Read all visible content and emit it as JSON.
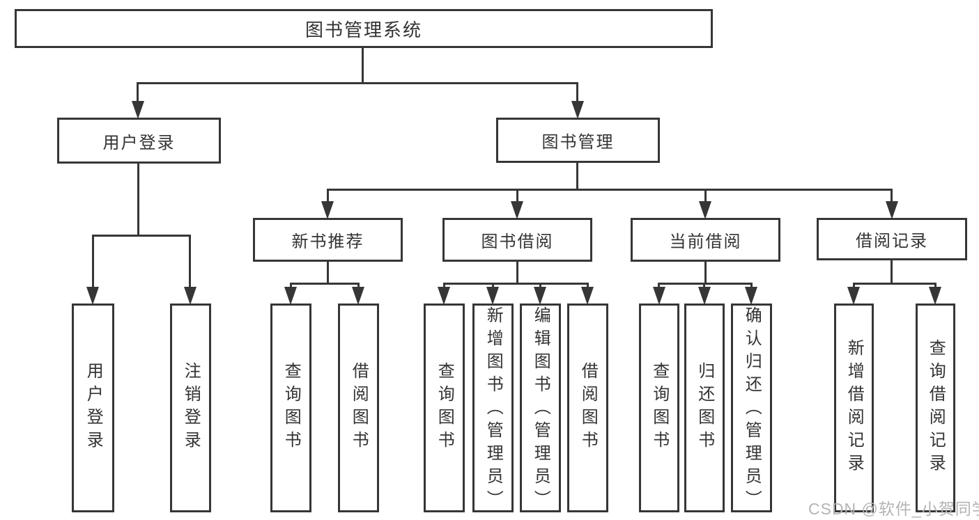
{
  "nodes": {
    "root": "图书管理系统",
    "user_login": "用户登录",
    "book_mgmt": "图书管理",
    "new_book": "新书推荐",
    "book_borrow": "图书借阅",
    "current_borrow": "当前借阅",
    "borrow_record": "借阅记录",
    "leaf_user_login": "用户登录",
    "leaf_logout": "注销登录",
    "leaf_query_book_1": "查询图书",
    "leaf_borrow_book_1": "借阅图书",
    "leaf_query_book_2": "查询图书",
    "leaf_add_book": "新增图书（管理员）",
    "leaf_edit_book": "编辑图书（管理员）",
    "leaf_borrow_book_2": "借阅图书",
    "leaf_query_book_3": "查询图书",
    "leaf_return_book": "归还图书",
    "leaf_confirm_return": "确认归还（管理员）",
    "leaf_add_record": "新增借阅记录",
    "leaf_query_record": "查询借阅记录"
  },
  "watermark": "CSDN @软件_小贺同学",
  "colors": {
    "line": "#363636",
    "text": "#333333",
    "watermark": "#b4b4b4",
    "background": "#ffffff"
  }
}
